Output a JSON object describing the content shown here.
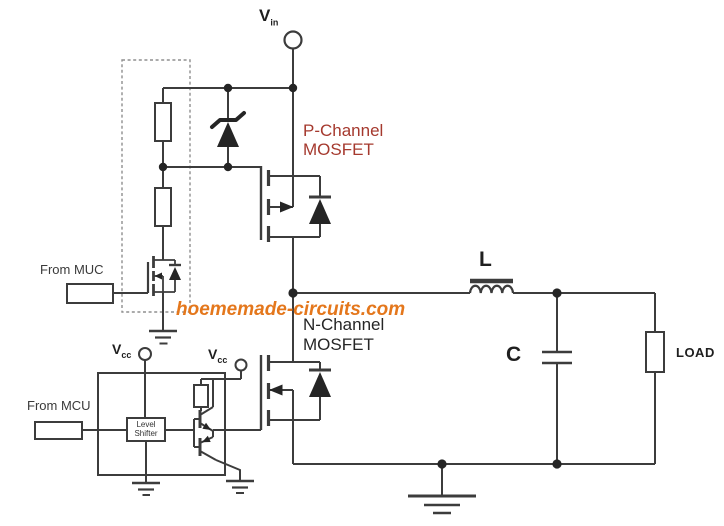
{
  "colors": {
    "line": "#3c3c3c",
    "fill_dark": "#252525",
    "p_channel_label": "#a5392e",
    "n_channel_label": "#262626",
    "watermark_orange": "#e4771c",
    "background": "#ffffff"
  },
  "labels": {
    "vin": {
      "base": "V",
      "sub": "in"
    },
    "p_channel": {
      "line1": "P-Channel",
      "line2": "MOSFET"
    },
    "n_channel": {
      "line1": "N-Channel",
      "line2": "MOSFET"
    },
    "from_muc": "From MUC",
    "from_mcu": "From MCU",
    "vcc_left": {
      "base": "V",
      "sub": "cc"
    },
    "vcc_right": {
      "base": "V",
      "sub": "cc"
    },
    "level_shifter": {
      "line1": "Level",
      "line2": "Shifter"
    },
    "inductor": "L",
    "capacitor": "C",
    "load": "LOAD",
    "watermark": "hoememade-circuits.com"
  },
  "symbols": [
    "vin-supply-terminal",
    "divider-resistor-top",
    "divider-resistor-bottom",
    "gate-zener-diode",
    "p-channel-mosfet-symbol",
    "n-channel-mosfet-symbol",
    "small-signal-mosfet-symbol",
    "driver-stage-box",
    "level-shifter-box",
    "pullup-resistor",
    "totem-pole-transistors",
    "inductor-coil",
    "output-capacitor",
    "load-resistor",
    "ground-symbols",
    "dashed-highlight-box"
  ]
}
